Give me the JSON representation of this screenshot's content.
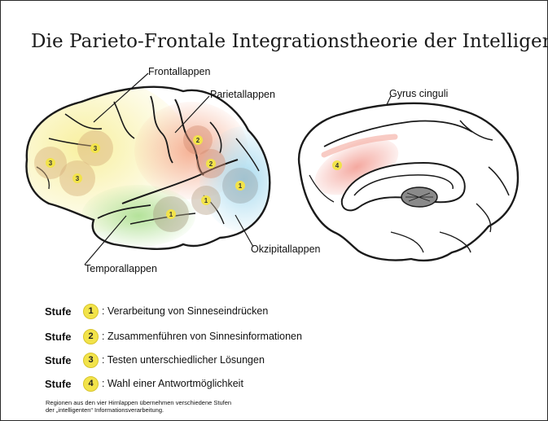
{
  "title": "Die Parieto-Frontale Integrationstheorie der Intelligenz",
  "labels": {
    "frontal": "Frontallappen",
    "parietal": "Parietallappen",
    "temporal": "Temporallappen",
    "occipital": "Okzipitallappen",
    "cingulate": "Gyrus cinguli"
  },
  "markers": {
    "m1": "1",
    "m2": "1",
    "m3": "1",
    "m4": "2",
    "m5": "2",
    "m6": "3",
    "m7": "3",
    "m8": "3",
    "m9": "4"
  },
  "legend": {
    "stufe_word": "Stufe",
    "stages": [
      {
        "num": "1",
        "text": ": Verarbeitung von Sinneseindrücken"
      },
      {
        "num": "2",
        "text": ": Zusammenführen von Sinnesinformationen"
      },
      {
        "num": "3",
        "text": ": Testen unterschiedlicher Lösungen"
      },
      {
        "num": "4",
        "text": ": Wahl einer Antwortmöglichkeit"
      }
    ]
  },
  "footnote": {
    "line1": "Regionen aus den vier Hirnlappen übernehmen verschiedene Stufen",
    "line2": "der „intelligenten“ Informationsverarbeitung."
  },
  "colors": {
    "frontal": "#f7ee9a",
    "parietal": "#f6b9a0",
    "occipital": "#bfe3f2",
    "temporal": "#bfe6a8",
    "marker": "#f2e34a",
    "cingulate": "#f5b5ab"
  }
}
